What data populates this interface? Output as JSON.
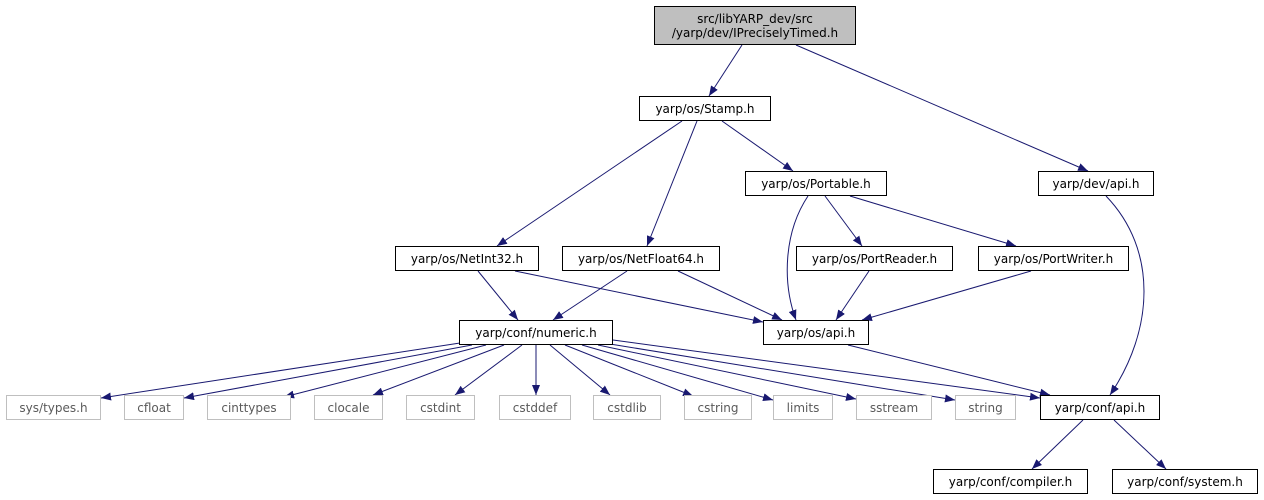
{
  "colors": {
    "edge": "#191970",
    "root_fill": "#bfbfbf",
    "node_border": "#000000",
    "external_border": "#bfbfbf",
    "external_text": "#5a5a5a"
  },
  "nodes": {
    "root_line1": "src/libYARP_dev/src",
    "root_line2": "/yarp/dev/IPreciselyTimed.h",
    "os_stamp": "yarp/os/Stamp.h",
    "dev_api": "yarp/dev/api.h",
    "os_portable": "yarp/os/Portable.h",
    "os_netint32": "yarp/os/NetInt32.h",
    "os_netfloat64": "yarp/os/NetFloat64.h",
    "os_portreader": "yarp/os/PortReader.h",
    "os_portwriter": "yarp/os/PortWriter.h",
    "conf_numeric": "yarp/conf/numeric.h",
    "os_api": "yarp/os/api.h",
    "conf_api": "yarp/conf/api.h",
    "conf_compiler": "yarp/conf/compiler.h",
    "conf_system": "yarp/conf/system.h",
    "sys_types": "sys/types.h",
    "cfloat": "cfloat",
    "cinttypes": "cinttypes",
    "clocale": "clocale",
    "cstdint": "cstdint",
    "cstddef": "cstddef",
    "cstdlib": "cstdlib",
    "cstring": "cstring",
    "limits": "limits",
    "sstream": "sstream",
    "string": "string"
  },
  "edges": [
    [
      "root",
      "os_stamp"
    ],
    [
      "root",
      "dev_api"
    ],
    [
      "os_stamp",
      "os_netint32"
    ],
    [
      "os_stamp",
      "os_netfloat64"
    ],
    [
      "os_stamp",
      "os_portable"
    ],
    [
      "os_portable",
      "os_api"
    ],
    [
      "os_portable",
      "os_portreader"
    ],
    [
      "os_portable",
      "os_portwriter"
    ],
    [
      "dev_api",
      "conf_api"
    ],
    [
      "os_netint32",
      "conf_numeric"
    ],
    [
      "os_netint32",
      "os_api"
    ],
    [
      "os_netfloat64",
      "conf_numeric"
    ],
    [
      "os_netfloat64",
      "os_api"
    ],
    [
      "os_portreader",
      "os_api"
    ],
    [
      "os_portwriter",
      "os_api"
    ],
    [
      "os_api",
      "conf_api"
    ],
    [
      "conf_numeric",
      "sys_types"
    ],
    [
      "conf_numeric",
      "cfloat"
    ],
    [
      "conf_numeric",
      "cinttypes"
    ],
    [
      "conf_numeric",
      "clocale"
    ],
    [
      "conf_numeric",
      "cstdint"
    ],
    [
      "conf_numeric",
      "cstddef"
    ],
    [
      "conf_numeric",
      "cstdlib"
    ],
    [
      "conf_numeric",
      "cstring"
    ],
    [
      "conf_numeric",
      "limits"
    ],
    [
      "conf_numeric",
      "sstream"
    ],
    [
      "conf_numeric",
      "string"
    ],
    [
      "conf_numeric",
      "conf_api"
    ],
    [
      "conf_api",
      "conf_compiler"
    ],
    [
      "conf_api",
      "conf_system"
    ]
  ]
}
